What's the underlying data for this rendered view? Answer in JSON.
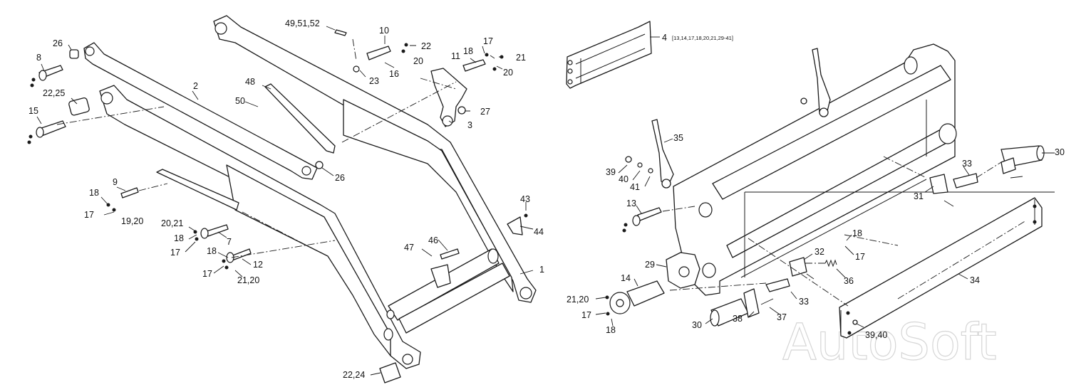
{
  "watermark": "AutoSoft",
  "callouts": [
    {
      "id": "c-49-51-52",
      "text": "49,51,52"
    },
    {
      "id": "c-10",
      "text": "10"
    },
    {
      "id": "c-22a",
      "text": "22"
    },
    {
      "id": "c-20a",
      "text": "20"
    },
    {
      "id": "c-16",
      "text": "16"
    },
    {
      "id": "c-23",
      "text": "23"
    },
    {
      "id": "c-17a",
      "text": "17"
    },
    {
      "id": "c-11",
      "text": "11"
    },
    {
      "id": "c-18a",
      "text": "18"
    },
    {
      "id": "c-21a",
      "text": "21"
    },
    {
      "id": "c-20b",
      "text": "20"
    },
    {
      "id": "c-26a",
      "text": "26"
    },
    {
      "id": "c-8",
      "text": "8"
    },
    {
      "id": "c-2",
      "text": "2"
    },
    {
      "id": "c-48",
      "text": "48"
    },
    {
      "id": "c-50",
      "text": "50"
    },
    {
      "id": "c-27",
      "text": "27"
    },
    {
      "id": "c-3",
      "text": "3"
    },
    {
      "id": "c-22-25",
      "text": "22,25"
    },
    {
      "id": "c-15",
      "text": "15"
    },
    {
      "id": "c-26b",
      "text": "26"
    },
    {
      "id": "c-9",
      "text": "9"
    },
    {
      "id": "c-18b",
      "text": "18"
    },
    {
      "id": "c-17b",
      "text": "17"
    },
    {
      "id": "c-19-20",
      "text": "19,20"
    },
    {
      "id": "c-20-21",
      "text": "20,21"
    },
    {
      "id": "c-18c",
      "text": "18"
    },
    {
      "id": "c-17c",
      "text": "17"
    },
    {
      "id": "c-7",
      "text": "7"
    },
    {
      "id": "c-18d",
      "text": "18"
    },
    {
      "id": "c-17d",
      "text": "17"
    },
    {
      "id": "c-12",
      "text": "12"
    },
    {
      "id": "c-21-20a",
      "text": "21,20"
    },
    {
      "id": "c-43",
      "text": "43"
    },
    {
      "id": "c-44",
      "text": "44"
    },
    {
      "id": "c-46",
      "text": "46"
    },
    {
      "id": "c-47",
      "text": "47"
    },
    {
      "id": "c-1",
      "text": "1"
    },
    {
      "id": "c-22-24",
      "text": "22,24"
    },
    {
      "id": "c-4",
      "text": "4"
    },
    {
      "id": "c-35",
      "text": "35"
    },
    {
      "id": "c-39a",
      "text": "39"
    },
    {
      "id": "c-40",
      "text": "40"
    },
    {
      "id": "c-41",
      "text": "41"
    },
    {
      "id": "c-13",
      "text": "13"
    },
    {
      "id": "c-29",
      "text": "29"
    },
    {
      "id": "c-14",
      "text": "14"
    },
    {
      "id": "c-21-20b",
      "text": "21,20"
    },
    {
      "id": "c-17e",
      "text": "17"
    },
    {
      "id": "c-18e",
      "text": "18"
    },
    {
      "id": "c-30a",
      "text": "30"
    },
    {
      "id": "c-38",
      "text": "38"
    },
    {
      "id": "c-37",
      "text": "37"
    },
    {
      "id": "c-33a",
      "text": "33"
    },
    {
      "id": "c-36",
      "text": "36"
    },
    {
      "id": "c-32",
      "text": "32"
    },
    {
      "id": "c-18f",
      "text": "18"
    },
    {
      "id": "c-17f",
      "text": "17"
    },
    {
      "id": "c-31",
      "text": "31"
    },
    {
      "id": "c-33b",
      "text": "33"
    },
    {
      "id": "c-30b",
      "text": "30"
    },
    {
      "id": "c-34",
      "text": "34"
    },
    {
      "id": "c-39-40",
      "text": "39,40"
    }
  ],
  "assembly_note": "[13,14,17,18,20,21,29-41]"
}
